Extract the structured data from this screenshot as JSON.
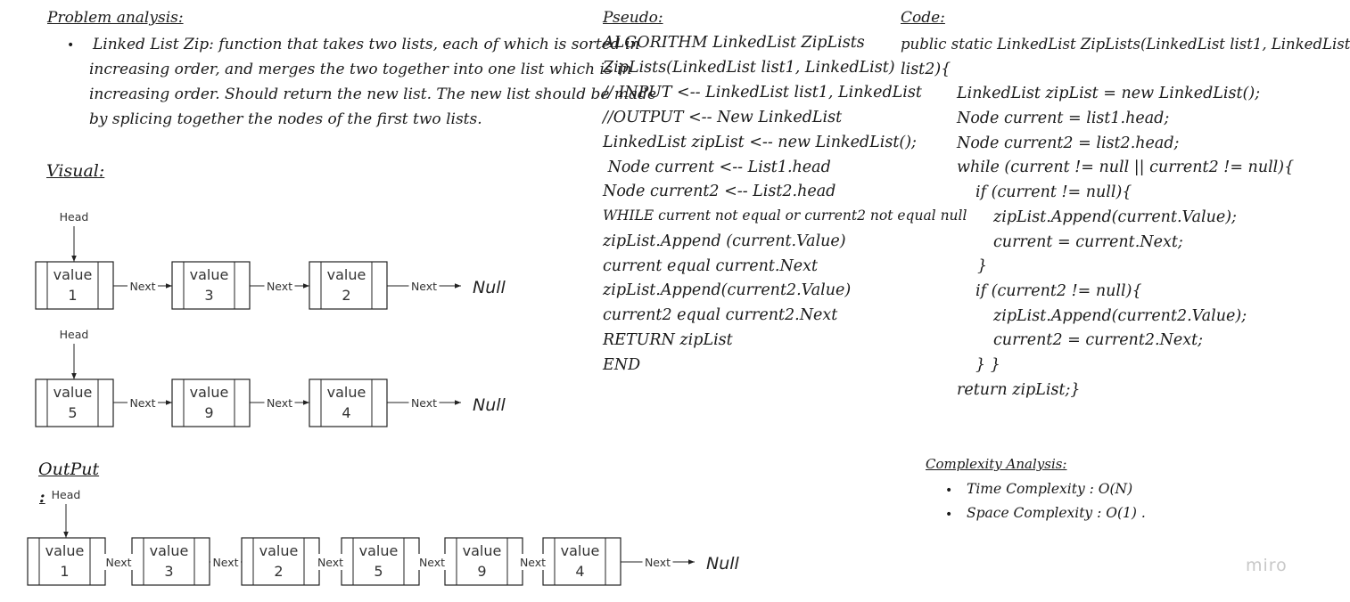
{
  "problem": {
    "heading": "Problem analysis:",
    "lines": [
      "Linked List Zip: function that takes two lists, each of which is sorted in",
      "increasing order, and merges the two together into one list which is in",
      "increasing order. Should return the new list. The new list should be made",
      "by splicing together the nodes of the first two lists."
    ]
  },
  "visual": {
    "heading": "Visual:",
    "head_label": "Head",
    "value_label": "value",
    "next_label": "Next",
    "null_label": "Null",
    "list1": [
      "1",
      "3",
      "2"
    ],
    "list2": [
      "5",
      "9",
      "4"
    ]
  },
  "output": {
    "heading": "OutPut",
    "colon": ":",
    "head_label": "Head",
    "value_label": "value",
    "next_label": "Next",
    "null_label": "Null",
    "values": [
      "1",
      "3",
      "2",
      "5",
      "9",
      "4"
    ]
  },
  "pseudo": {
    "heading": "Pseudo:",
    "lines": [
      "ALGORITHM LinkedList ZipLists",
      "ZipLists(LinkedList list1, LinkedList)",
      "// INPUT <-- LinkedList list1, LinkedList",
      "//OUTPUT <-- New LinkedList",
      "LinkedList zipList <-- new LinkedList();",
      " Node current <-- List1.head",
      "Node current2 <-- List2.head",
      "WHILE current not equal or current2 not equal null",
      "zipList.Append (current.Value)",
      "current equal current.Next",
      "zipList.Append(current2.Value)",
      "current2 equal current2.Next",
      "RETURN zipList",
      "END"
    ]
  },
  "code": {
    "heading": "Code:",
    "lines": [
      "public static LinkedList ZipLists(LinkedList list1, LinkedList",
      "list2){",
      "LinkedList zipList = new LinkedList();",
      "Node current = list1.head;",
      "Node current2 = list2.head;",
      "while (current != null || current2 != null){",
      "if (current != null){",
      "zipList.Append(current.Value);",
      "current = current.Next;",
      "}",
      "if (current2 != null){",
      "zipList.Append(current2.Value);",
      "current2 = current2.Next;",
      "} }",
      "return zipList;}"
    ]
  },
  "complexity": {
    "heading": "Complexity Analysis:",
    "items": [
      "Time Complexity : O(N)",
      "Space Complexity : O(1) ."
    ]
  },
  "watermark": "miro"
}
